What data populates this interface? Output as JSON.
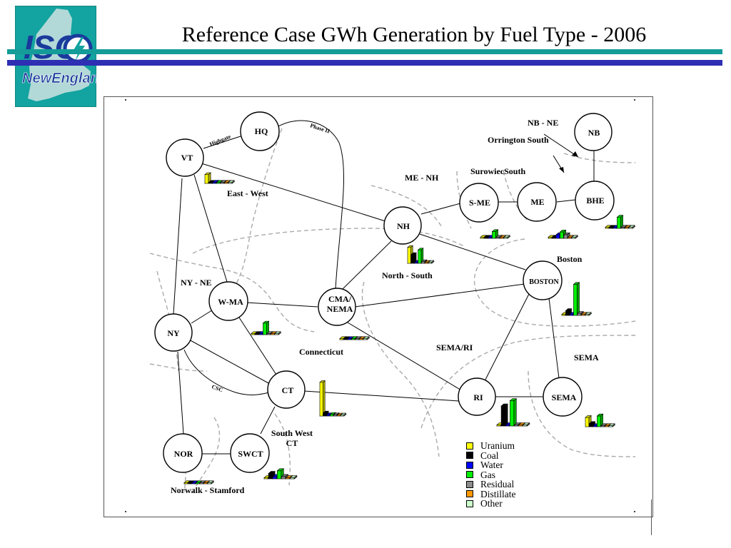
{
  "slide": {
    "title": "Reference Case GWh Generation by Fuel Type - 2006",
    "logo": {
      "line1": "ISO",
      "line2": "NewEngland"
    }
  },
  "nodes": [
    {
      "id": "HQ",
      "label": "HQ"
    },
    {
      "id": "VT",
      "label": "VT"
    },
    {
      "id": "NB",
      "label": "NB"
    },
    {
      "id": "S-ME",
      "label": "S-ME"
    },
    {
      "id": "ME",
      "label": "ME"
    },
    {
      "id": "BHE",
      "label": "BHE"
    },
    {
      "id": "NH",
      "label": "NH"
    },
    {
      "id": "BOSTON",
      "label": "BOSTON"
    },
    {
      "id": "W-MA",
      "label": "W-MA"
    },
    {
      "id": "CMA/NEMA",
      "label": "CMA/ NEMA"
    },
    {
      "id": "NY",
      "label": "NY"
    },
    {
      "id": "CT",
      "label": "CT"
    },
    {
      "id": "RI",
      "label": "RI"
    },
    {
      "id": "SEMA",
      "label": "SEMA"
    },
    {
      "id": "NOR",
      "label": "NOR"
    },
    {
      "id": "SWCT",
      "label": "SWCT"
    }
  ],
  "interfaces": [
    {
      "label": "Highgate"
    },
    {
      "label": "Phase II"
    },
    {
      "label": "East - West"
    },
    {
      "label": "NB - NE"
    },
    {
      "label": "Orrington South"
    },
    {
      "label": "SurowiecSouth"
    },
    {
      "label": "ME - NH"
    },
    {
      "label": "North - South"
    },
    {
      "label": "Boston"
    },
    {
      "label": "NY - NE"
    },
    {
      "label": "Connecticut"
    },
    {
      "label": "SEMA/RI"
    },
    {
      "label": "SEMA"
    },
    {
      "label": "CSC"
    },
    {
      "label": "South West CT"
    },
    {
      "label": "Norwalk - Stamford"
    }
  ],
  "legend": [
    {
      "label": "Uranium",
      "color": "#ffff00"
    },
    {
      "label": "Coal",
      "color": "#000000"
    },
    {
      "label": "Water",
      "color": "#0000ff"
    },
    {
      "label": "Gas",
      "color": "#00ee00"
    },
    {
      "label": "Residual",
      "color": "#8c8c8c"
    },
    {
      "label": "Distillate",
      "color": "#ff9900"
    },
    {
      "label": "Other",
      "color": "#ccffcc"
    }
  ],
  "chart_data": {
    "type": "bar",
    "categories": [
      "Uranium",
      "Coal",
      "Water",
      "Gas",
      "Residual",
      "Distillate",
      "Other"
    ],
    "note_units": "GWh",
    "series": [
      {
        "name": "VT",
        "values": [
          22,
          2,
          3,
          2,
          1,
          1,
          1
        ]
      },
      {
        "name": "NH",
        "values": [
          45,
          25,
          3,
          38,
          5,
          1,
          1
        ]
      },
      {
        "name": "S-ME",
        "values": [
          0,
          0,
          3,
          17,
          3,
          1,
          1
        ]
      },
      {
        "name": "ME",
        "values": [
          0,
          0,
          9,
          16,
          9,
          1,
          1
        ]
      },
      {
        "name": "BHE",
        "values": [
          0,
          0,
          2,
          28,
          3,
          1,
          1
        ]
      },
      {
        "name": "BOSTON",
        "values": [
          0,
          12,
          0,
          78,
          5,
          1,
          1
        ]
      },
      {
        "name": "W-MA",
        "values": [
          0,
          3,
          3,
          29,
          3,
          1,
          1
        ]
      },
      {
        "name": "CMA/NEMA",
        "values": [
          0,
          1,
          1,
          3,
          1,
          1,
          1
        ]
      },
      {
        "name": "CT",
        "values": [
          95,
          9,
          4,
          5,
          4,
          3,
          2
        ]
      },
      {
        "name": "RI",
        "values": [
          0,
          45,
          0,
          57,
          0,
          0,
          0
        ]
      },
      {
        "name": "SEMA",
        "values": [
          23,
          8,
          0,
          27,
          2,
          1,
          1
        ]
      },
      {
        "name": "SWCT",
        "values": [
          0,
          12,
          5,
          18,
          5,
          1,
          1
        ]
      },
      {
        "name": "NOR",
        "values": [
          0,
          1,
          1,
          1,
          1,
          1,
          1
        ]
      }
    ]
  }
}
